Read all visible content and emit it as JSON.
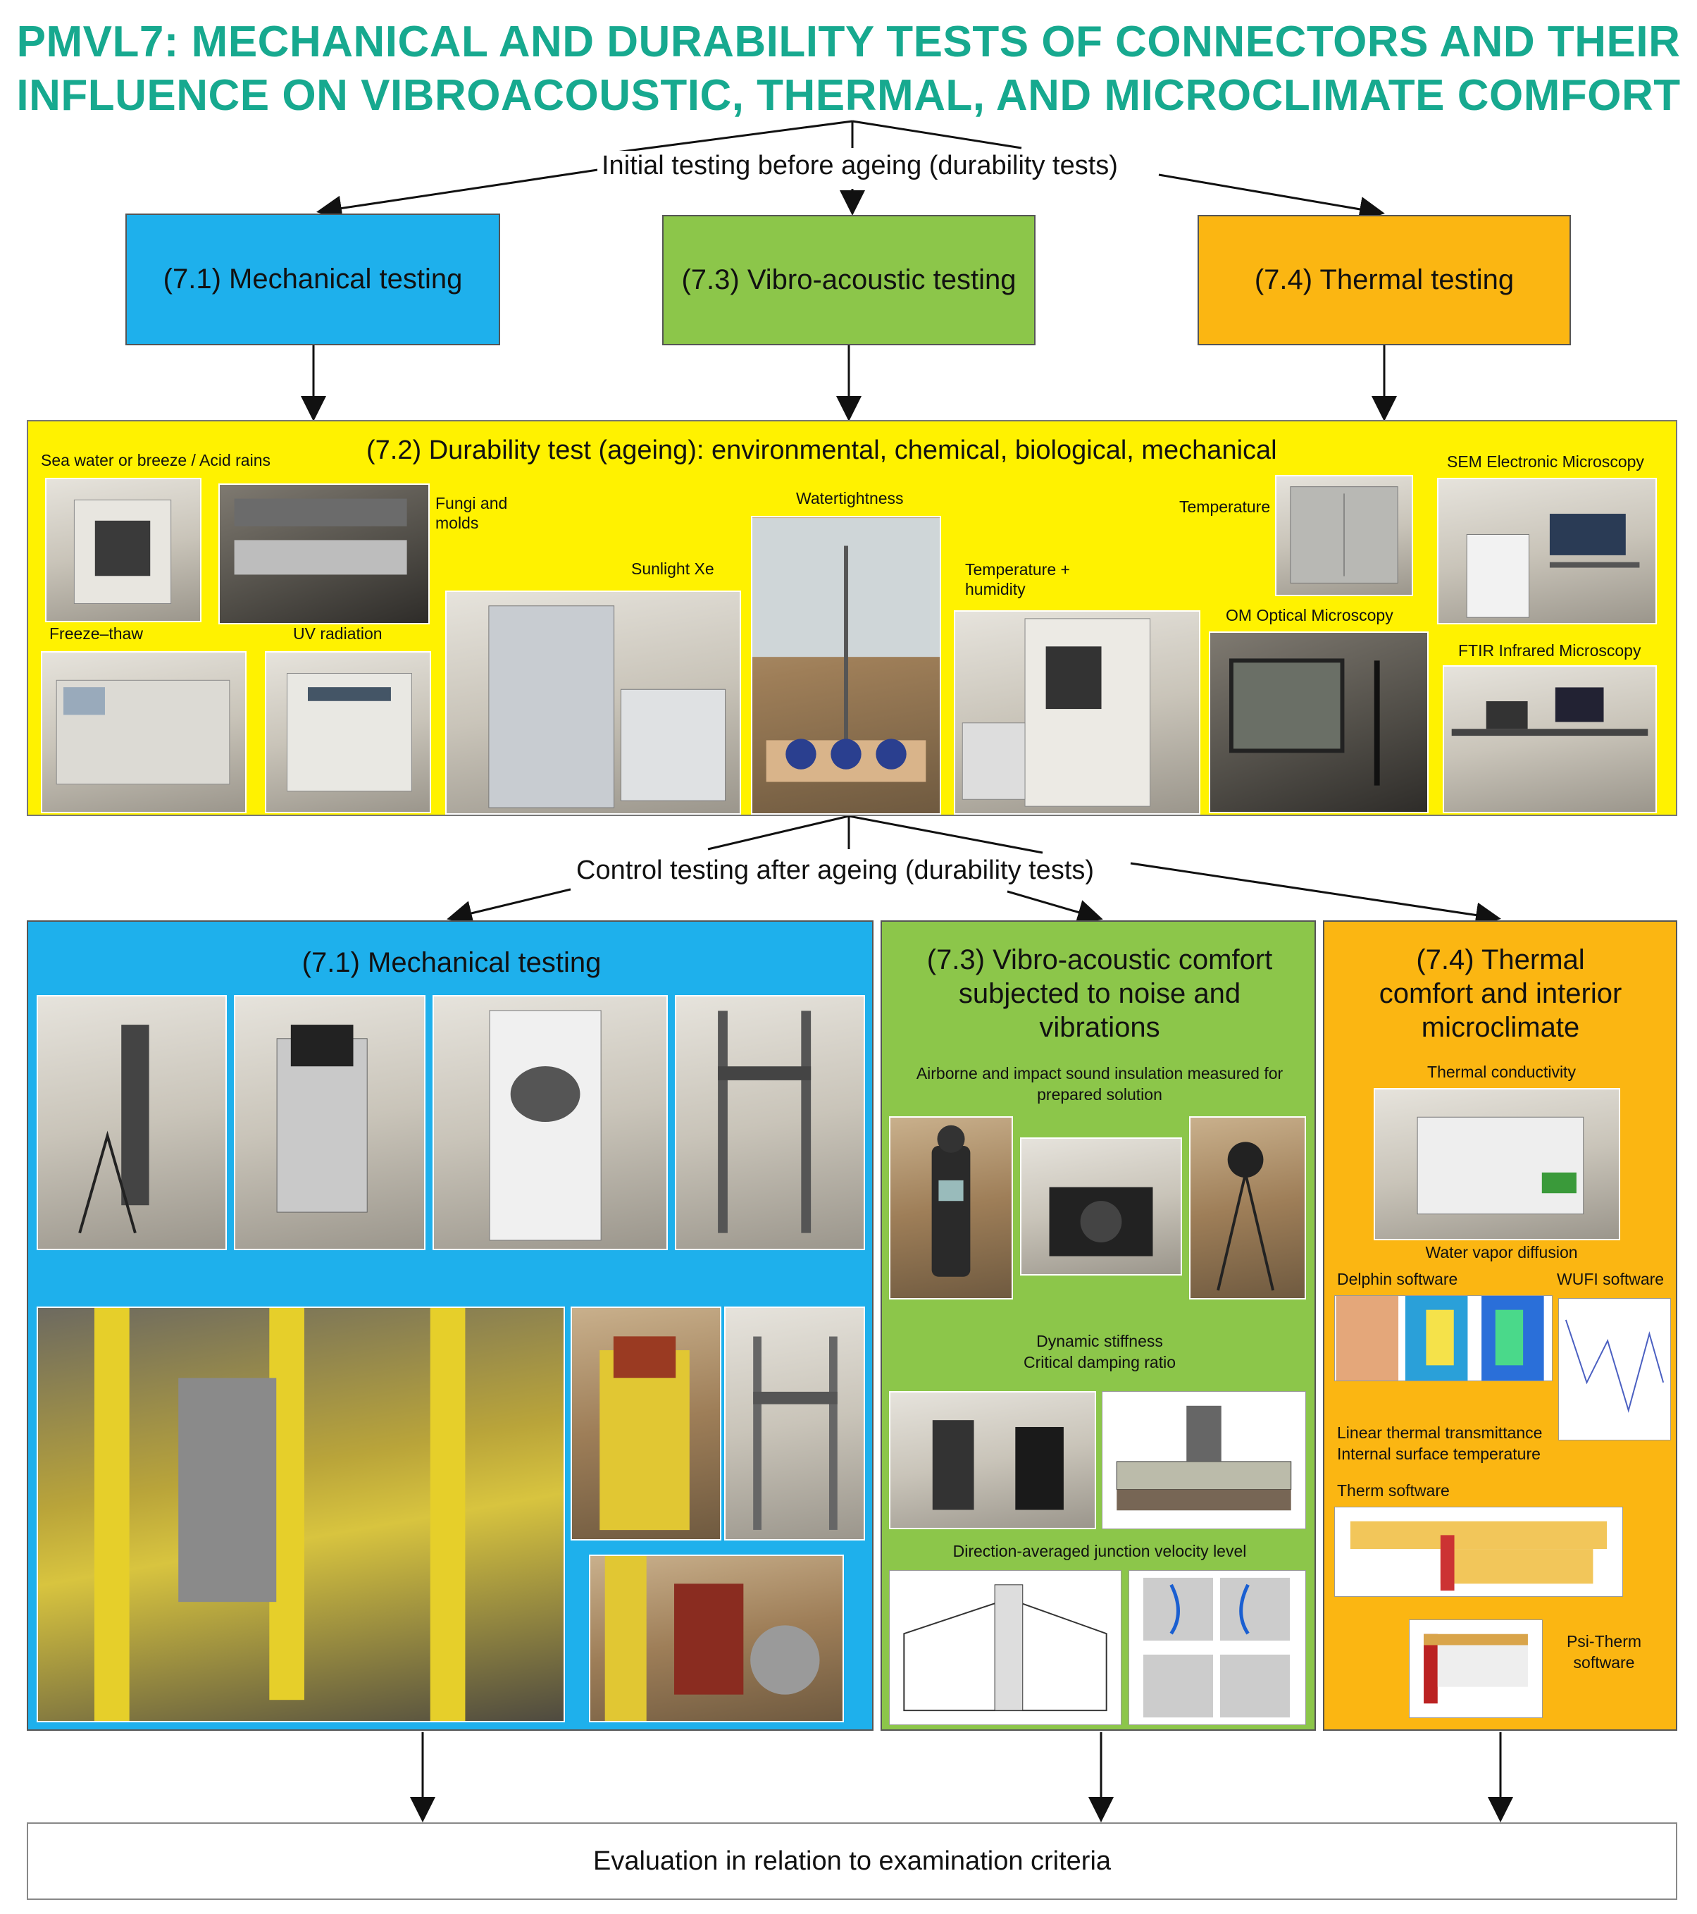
{
  "title": {
    "line1": "PMVL7: MECHANICAL AND DURABILITY TESTS OF CONNECTORS AND THEIR",
    "line2": "INFLUENCE ON VIBROACOUSTIC, THERMAL, AND MICROCLIMATE COMFORT"
  },
  "initial_label": "Initial testing before ageing (durability tests)",
  "top_boxes": {
    "mechanical": "(7.1) Mechanical testing",
    "vibro": "(7.3) Vibro-acoustic testing",
    "thermal": "(7.4) Thermal testing"
  },
  "durability": {
    "title": "(7.2) Durability test (ageing): environmental, chemical, biological, mechanical",
    "labels": {
      "sea_water": "Sea water or breeze / Acid rains",
      "fungi": "Fungi and molds",
      "freeze": "Freeze–thaw",
      "uv": "UV radiation",
      "sunlight": "Sunlight Xe",
      "watertightness": "Watertightness",
      "temp_humidity": "Temperature + humidity",
      "temperature": "Temperature",
      "om": "OM Optical Microscopy",
      "sem": "SEM Electronic Microscopy",
      "ftir": "FTIR Infrared Microscopy"
    }
  },
  "control_label": "Control testing after ageing (durability tests)",
  "bottom": {
    "mechanical_title": "(7.1) Mechanical testing",
    "vibro_title": "(7.3) Vibro-acoustic comfort subjected to noise and vibrations",
    "vibro_airborne": "Airborne and impact sound insulation measured for prepared solution",
    "vibro_dynamic": "Dynamic stiffness\nCritical damping ratio",
    "vibro_direction": "Direction-averaged junction velocity level",
    "thermal_title": "(7.4) Thermal comfort and interior microclimate",
    "thermal_conductivity": "Thermal conductivity",
    "water_vapor": "Water vapor diffusion",
    "delphin": "Delphin software",
    "wufi": "WUFI software",
    "linear": "Linear thermal transmittance\nInternal surface temperature",
    "therm": "Therm software",
    "psi": "Psi-Therm\nsoftware"
  },
  "evaluation": "Evaluation in relation to examination criteria",
  "colors": {
    "title": "#17a98f",
    "blue": "#1eb0ec",
    "green": "#8cc64a",
    "orange": "#fbb612",
    "yellow": "#fff200"
  }
}
